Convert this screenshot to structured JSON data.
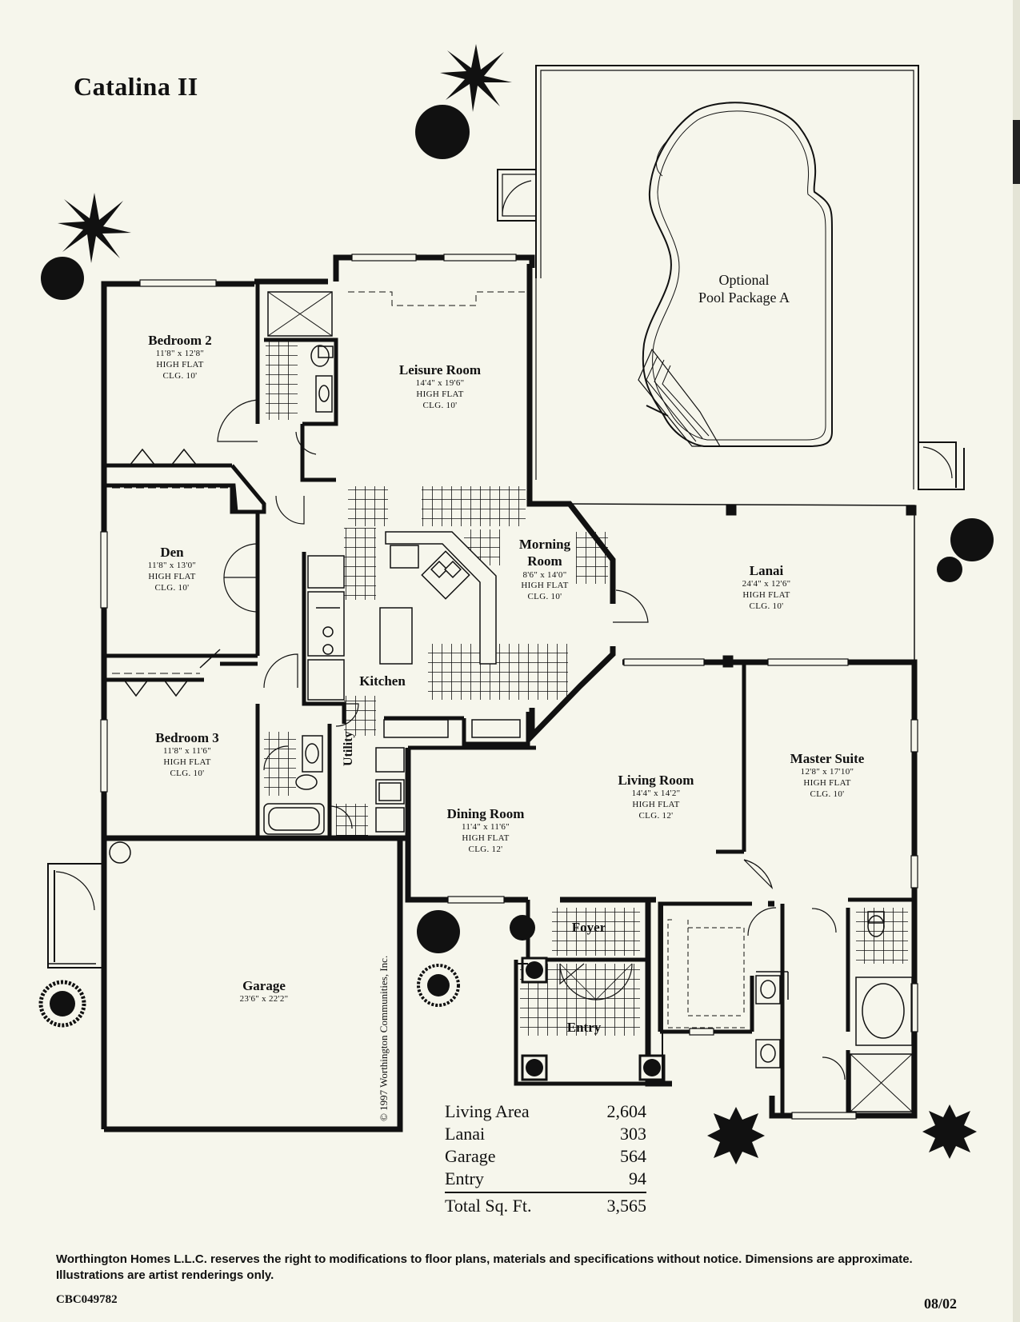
{
  "document": {
    "title": "Catalina II"
  },
  "rooms": [
    {
      "id": "bedroom2",
      "name": "Bedroom 2",
      "dims": "11'8\" x 12'8\"",
      "ceiling": "HIGH FLAT",
      "clg": "CLG. 10'"
    },
    {
      "id": "leisure",
      "name": "Leisure Room",
      "dims": "14'4\" x 19'6\"",
      "ceiling": "HIGH FLAT",
      "clg": "CLG. 10'"
    },
    {
      "id": "den",
      "name": "Den",
      "dims": "11'8\" x 13'0\"",
      "ceiling": "HIGH FLAT",
      "clg": "CLG. 10'"
    },
    {
      "id": "morning",
      "name": "Morning Room",
      "dims": "8'6\" x 14'0\"",
      "ceiling": "HIGH FLAT",
      "clg": "CLG. 10'"
    },
    {
      "id": "lanai",
      "name": "Lanai",
      "dims": "24'4\" x 12'6\"",
      "ceiling": "HIGH FLAT",
      "clg": "CLG. 10'"
    },
    {
      "id": "bedroom3",
      "name": "Bedroom 3",
      "dims": "11'8\" x 11'6\"",
      "ceiling": "HIGH FLAT",
      "clg": "CLG. 10'"
    },
    {
      "id": "living",
      "name": "Living Room",
      "dims": "14'4\" x 14'2\"",
      "ceiling": "HIGH FLAT",
      "clg": "CLG. 12'"
    },
    {
      "id": "master",
      "name": "Master Suite",
      "dims": "12'8\" x 17'10\"",
      "ceiling": "HIGH FLAT",
      "clg": "CLG. 10'"
    },
    {
      "id": "dining",
      "name": "Dining Room",
      "dims": "11'4\" x 11'6\"",
      "ceiling": "HIGH FLAT",
      "clg": "CLG. 12'"
    },
    {
      "id": "garage",
      "name": "Garage",
      "dims": "23'6\" x 22'2\""
    }
  ],
  "labels": {
    "kitchen": "Kitchen",
    "utility": "Utility",
    "foyer": "Foyer",
    "entry": "Entry",
    "pool_line1": "Optional",
    "pool_line2": "Pool Package A",
    "copyright": "© 1997 Worthington Communities, Inc."
  },
  "areas": {
    "rows": [
      {
        "label": "Living Area",
        "value": "2,604"
      },
      {
        "label": "Lanai",
        "value": "303"
      },
      {
        "label": "Garage",
        "value": "564"
      },
      {
        "label": "Entry",
        "value": "94"
      }
    ],
    "total": {
      "label": "Total Sq. Ft.",
      "value": "3,565"
    }
  },
  "footer": {
    "disclaimer": "Worthington Homes L.L.C. reserves the right to modifications to floor plans, materials and specifications without notice. Dimensions are approximate. Illustrations are artist renderings only.",
    "code": "CBC049782",
    "date": "08/02"
  },
  "icons": [
    "tree-icon",
    "shrub-icon",
    "bathtub-icon",
    "toilet-icon",
    "sink-icon",
    "door-swing-icon"
  ]
}
